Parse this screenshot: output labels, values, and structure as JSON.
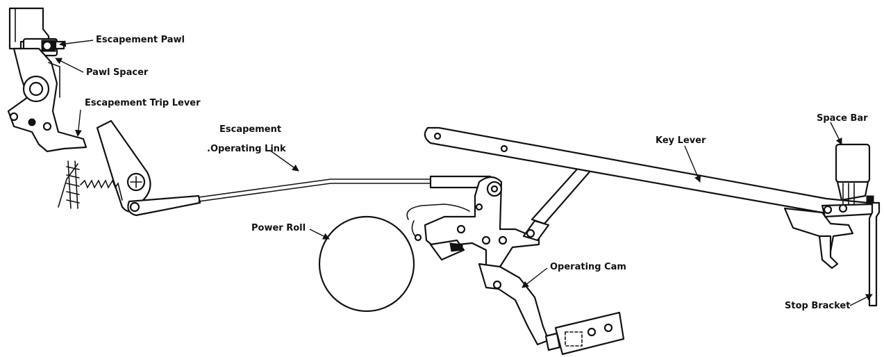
{
  "labels": {
    "escapement_pawl": "Escapement Pawl",
    "pawl_spacer": "Pawl Spacer",
    "escapement_trip_lever": "Escapement Trip Lever",
    "escapement_operating_link_line1": "Escapement",
    "escapement_operating_link_line2": ".Operating  Link",
    "power_roll": "Power Roll",
    "operating_cam": "Operating Cam",
    "key_lever": "Key Lever",
    "space_bar": "Space Bar",
    "stop_bracket": "Stop Bracket"
  }
}
